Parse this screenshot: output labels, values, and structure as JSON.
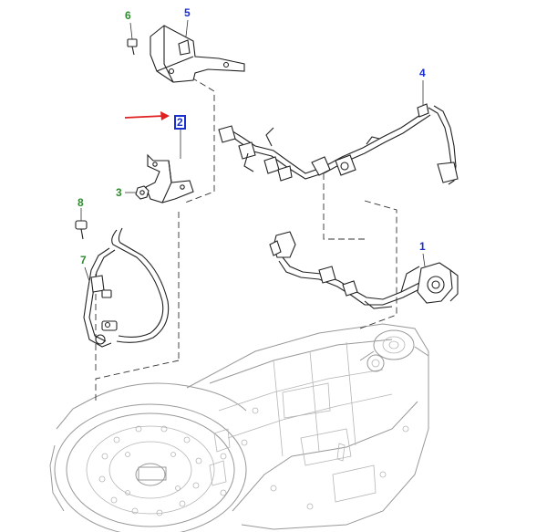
{
  "diagram": {
    "callouts": [
      {
        "id": "6",
        "label": "6",
        "color": "green"
      },
      {
        "id": "5",
        "label": "5",
        "color": "blue"
      },
      {
        "id": "4",
        "label": "4",
        "color": "blue"
      },
      {
        "id": "2",
        "label": "2",
        "color": "blue",
        "highlighted": true
      },
      {
        "id": "3",
        "label": "3",
        "color": "green"
      },
      {
        "id": "8",
        "label": "8",
        "color": "green"
      },
      {
        "id": "7",
        "label": "7",
        "color": "green"
      },
      {
        "id": "1",
        "label": "1",
        "color": "blue"
      }
    ],
    "colors": {
      "green_callout": "#2e8b2e",
      "blue_callout": "#1a2fd0",
      "pointer_arrow": "#e02020",
      "line_art": "#222222",
      "ghost_art": "#999999"
    }
  }
}
